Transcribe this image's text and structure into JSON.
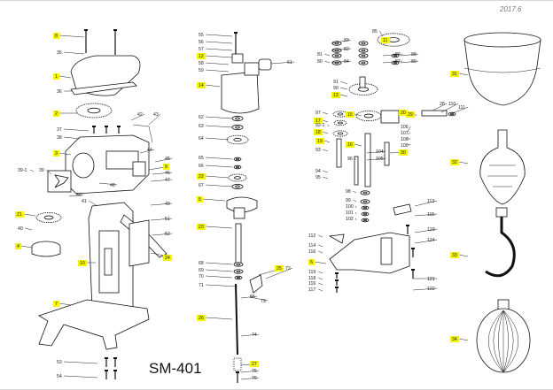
{
  "diagram": {
    "model": "SM-401",
    "corner_stamp": "2017.6",
    "highlight_color": "#f5f500",
    "line_color": "#111111",
    "part_labels": [
      {
        "id": "L8",
        "text": "8",
        "hl": true
      },
      {
        "id": "L35a",
        "text": "35",
        "hl": false
      },
      {
        "id": "L1",
        "text": "1",
        "hl": true
      },
      {
        "id": "L36",
        "text": "36",
        "hl": false
      },
      {
        "id": "L2",
        "text": "2",
        "hl": true
      },
      {
        "id": "L37",
        "text": "37",
        "hl": false
      },
      {
        "id": "L38",
        "text": "38",
        "hl": false
      },
      {
        "id": "L42",
        "text": "42",
        "hl": false
      },
      {
        "id": "L43",
        "text": "43",
        "hl": false
      },
      {
        "id": "L3",
        "text": "3",
        "hl": true
      },
      {
        "id": "L44",
        "text": "44",
        "hl": false
      },
      {
        "id": "L45",
        "text": "45",
        "hl": false
      },
      {
        "id": "L9",
        "text": "9",
        "hl": true
      },
      {
        "id": "L46",
        "text": "46",
        "hl": false
      },
      {
        "id": "L47",
        "text": "47",
        "hl": false
      },
      {
        "id": "L39",
        "text": "39-1",
        "hl": false
      },
      {
        "id": "L39b",
        "text": "39",
        "hl": false
      },
      {
        "id": "L48",
        "text": "48",
        "hl": false
      },
      {
        "id": "L49",
        "text": "49",
        "hl": false
      },
      {
        "id": "L50",
        "text": "50",
        "hl": false
      },
      {
        "id": "L41",
        "text": "41",
        "hl": false
      },
      {
        "id": "L21",
        "text": "21",
        "hl": true
      },
      {
        "id": "L51",
        "text": "51",
        "hl": false
      },
      {
        "id": "L40",
        "text": "40",
        "hl": false
      },
      {
        "id": "L52",
        "text": "52",
        "hl": false
      },
      {
        "id": "L4",
        "text": "4",
        "hl": true
      },
      {
        "id": "L24",
        "text": "24",
        "hl": true
      },
      {
        "id": "L10",
        "text": "10",
        "hl": true
      },
      {
        "id": "L7",
        "text": "7",
        "hl": true
      },
      {
        "id": "L53",
        "text": "53",
        "hl": false
      },
      {
        "id": "L54b",
        "text": "54",
        "hl": false
      },
      {
        "id": "L55",
        "text": "55",
        "hl": false
      },
      {
        "id": "L56",
        "text": "56",
        "hl": false
      },
      {
        "id": "L57",
        "text": "57",
        "hl": false
      },
      {
        "id": "L12",
        "text": "12",
        "hl": true
      },
      {
        "id": "L58",
        "text": "58",
        "hl": false
      },
      {
        "id": "L59",
        "text": "59",
        "hl": false
      },
      {
        "id": "L61",
        "text": "61",
        "hl": false
      },
      {
        "id": "L14",
        "text": "14",
        "hl": true
      },
      {
        "id": "L62",
        "text": "62",
        "hl": false
      },
      {
        "id": "L63",
        "text": "63",
        "hl": false
      },
      {
        "id": "L64",
        "text": "64",
        "hl": false
      },
      {
        "id": "L65",
        "text": "65",
        "hl": false
      },
      {
        "id": "L66",
        "text": "66",
        "hl": false
      },
      {
        "id": "L22",
        "text": "22",
        "hl": true
      },
      {
        "id": "L67",
        "text": "67",
        "hl": false
      },
      {
        "id": "L5",
        "text": "5",
        "hl": true
      },
      {
        "id": "L23",
        "text": "23",
        "hl": true
      },
      {
        "id": "L68",
        "text": "68",
        "hl": false
      },
      {
        "id": "L69",
        "text": "69",
        "hl": false
      },
      {
        "id": "L70",
        "text": "70",
        "hl": false
      },
      {
        "id": "L25",
        "text": "25",
        "hl": true
      },
      {
        "id": "L72",
        "text": "72",
        "hl": false
      },
      {
        "id": "L71",
        "text": "71",
        "hl": false
      },
      {
        "id": "L73",
        "text": "73",
        "hl": false
      },
      {
        "id": "L26",
        "text": "26",
        "hl": true
      },
      {
        "id": "L74",
        "text": "74",
        "hl": false
      },
      {
        "id": "L27",
        "text": "27",
        "hl": true
      },
      {
        "id": "L75",
        "text": "75",
        "hl": false
      },
      {
        "id": "L76",
        "text": "76",
        "hl": false
      },
      {
        "id": "L85",
        "text": "85",
        "hl": false
      },
      {
        "id": "L11",
        "text": "11",
        "hl": true
      },
      {
        "id": "L83",
        "text": "83",
        "hl": false
      },
      {
        "id": "L82",
        "text": "82",
        "hl": false
      },
      {
        "id": "L86",
        "text": "86",
        "hl": false
      },
      {
        "id": "L87",
        "text": "87",
        "hl": false
      },
      {
        "id": "L88",
        "text": "88",
        "hl": false
      },
      {
        "id": "L89",
        "text": "89",
        "hl": false
      },
      {
        "id": "L81",
        "text": "81",
        "hl": false
      },
      {
        "id": "L84",
        "text": "84",
        "hl": false
      },
      {
        "id": "L80",
        "text": "80",
        "hl": false
      },
      {
        "id": "L91",
        "text": "91",
        "hl": false
      },
      {
        "id": "L90",
        "text": "90",
        "hl": false
      },
      {
        "id": "L13",
        "text": "13",
        "hl": true
      },
      {
        "id": "L97",
        "text": "97",
        "hl": false
      },
      {
        "id": "L17",
        "text": "17",
        "hl": true
      },
      {
        "id": "L15",
        "text": "15",
        "hl": true
      },
      {
        "id": "L20",
        "text": "20",
        "hl": true
      },
      {
        "id": "L92",
        "text": "92-1",
        "hl": false
      },
      {
        "id": "L18",
        "text": "18",
        "hl": true
      },
      {
        "id": "L19",
        "text": "19",
        "hl": true
      },
      {
        "id": "L16",
        "text": "16",
        "hl": true
      },
      {
        "id": "L93",
        "text": "93",
        "hl": false
      },
      {
        "id": "L94",
        "text": "94",
        "hl": false
      },
      {
        "id": "L95",
        "text": "95",
        "hl": false
      },
      {
        "id": "L96",
        "text": "96",
        "hl": false
      },
      {
        "id": "L98",
        "text": "98",
        "hl": false
      },
      {
        "id": "L99",
        "text": "99",
        "hl": false
      },
      {
        "id": "L100",
        "text": "100",
        "hl": false
      },
      {
        "id": "L101",
        "text": "101",
        "hl": false
      },
      {
        "id": "L102",
        "text": "102",
        "hl": false
      },
      {
        "id": "L104",
        "text": "104",
        "hl": false
      },
      {
        "id": "L105",
        "text": "105",
        "hl": false
      },
      {
        "id": "L30",
        "text": "30",
        "hl": true
      },
      {
        "id": "L29",
        "text": "29",
        "hl": true
      },
      {
        "id": "L28",
        "text": "28",
        "hl": false
      },
      {
        "id": "L110",
        "text": "110",
        "hl": false
      },
      {
        "id": "L111",
        "text": "111",
        "hl": false
      },
      {
        "id": "L106",
        "text": "106",
        "hl": false
      },
      {
        "id": "L107",
        "text": "107",
        "hl": false
      },
      {
        "id": "L108",
        "text": "108",
        "hl": false
      },
      {
        "id": "L109",
        "text": "109",
        "hl": false
      },
      {
        "id": "L113",
        "text": "113",
        "hl": false
      },
      {
        "id": "L115",
        "text": "115",
        "hl": false
      },
      {
        "id": "L112",
        "text": "112",
        "hl": false
      },
      {
        "id": "L114",
        "text": "114",
        "hl": false
      },
      {
        "id": "L116",
        "text": "116",
        "hl": false
      },
      {
        "id": "L123",
        "text": "123",
        "hl": false
      },
      {
        "id": "L124",
        "text": "124",
        "hl": false
      },
      {
        "id": "L6",
        "text": "6",
        "hl": true
      },
      {
        "id": "L119",
        "text": "119",
        "hl": false
      },
      {
        "id": "L118",
        "text": "118",
        "hl": false
      },
      {
        "id": "L116b",
        "text": "116",
        "hl": false
      },
      {
        "id": "L117",
        "text": "117",
        "hl": false
      },
      {
        "id": "L121",
        "text": "121",
        "hl": false
      },
      {
        "id": "L122",
        "text": "122",
        "hl": false
      },
      {
        "id": "L31",
        "text": "31",
        "hl": true
      },
      {
        "id": "L32",
        "text": "32",
        "hl": true
      },
      {
        "id": "L33",
        "text": "33",
        "hl": true
      },
      {
        "id": "L34",
        "text": "34",
        "hl": true
      },
      {
        "id": "L55b",
        "text": "55",
        "hl": false
      }
    ]
  }
}
